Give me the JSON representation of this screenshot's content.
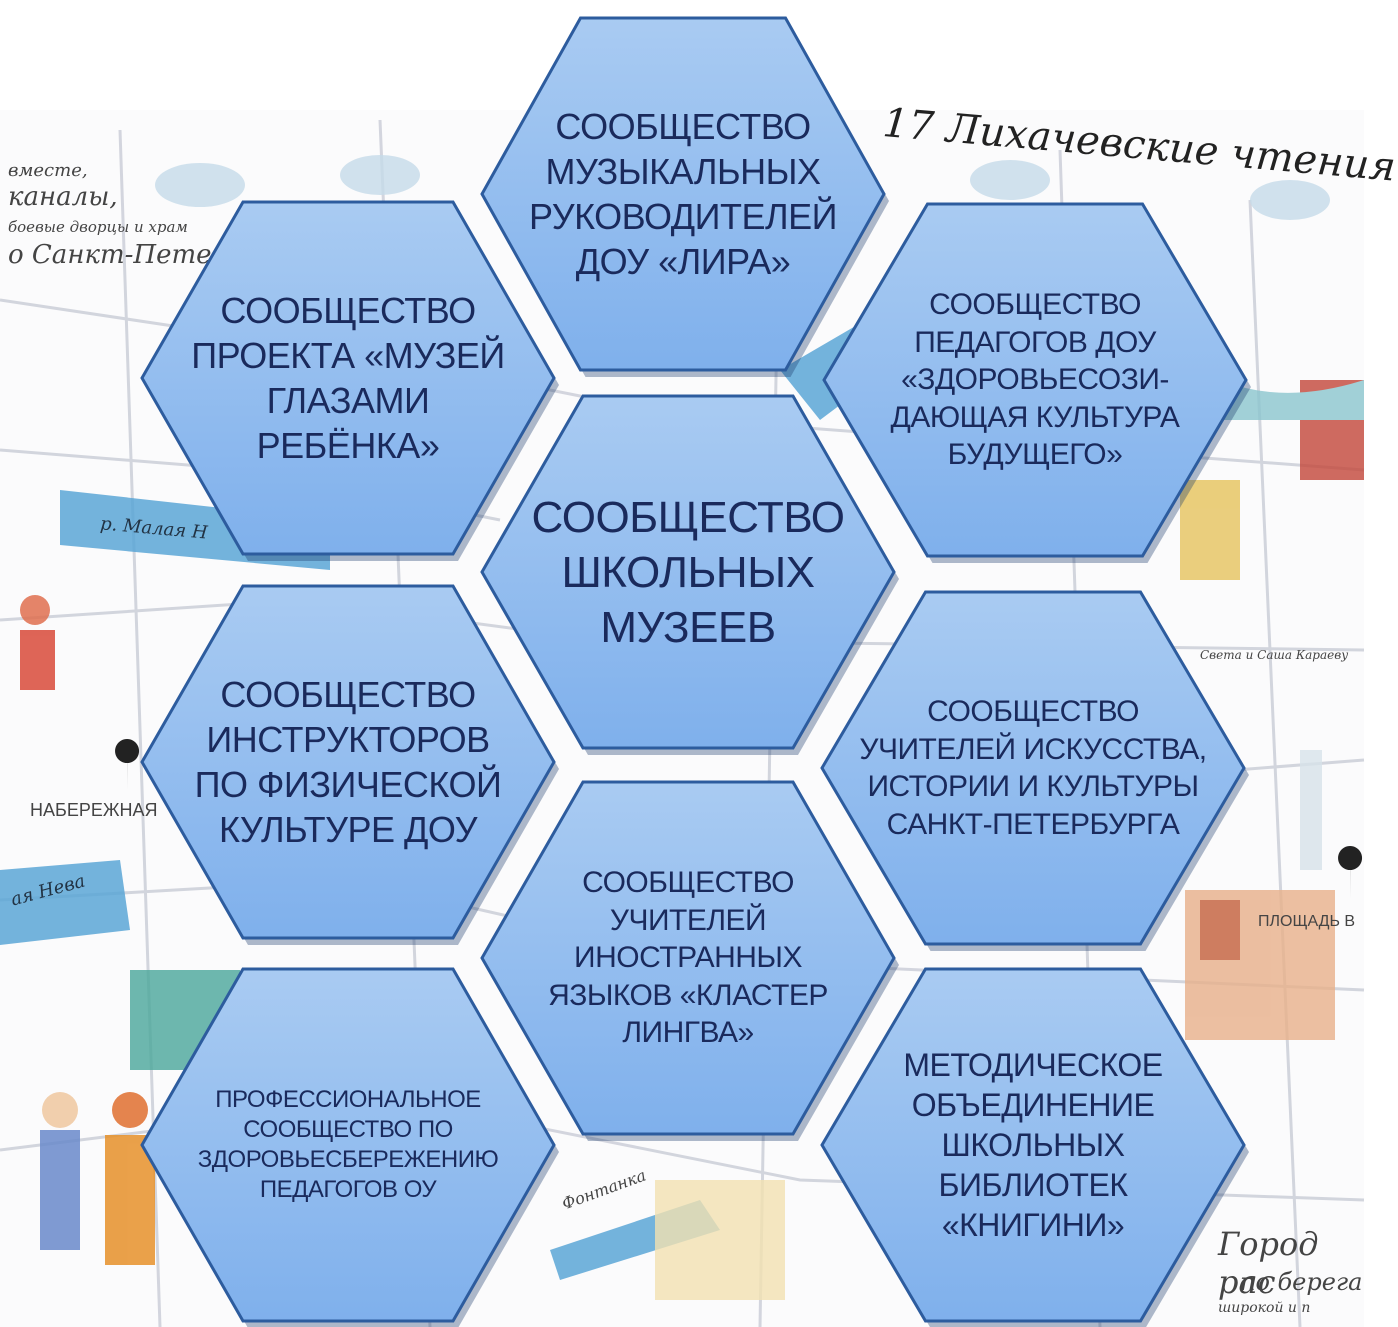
{
  "header": {
    "script_title": "17 Лихачевские чтения"
  },
  "map": {
    "labels": {
      "nab": "НАБЕРЕЖНАЯ",
      "river_small": "р. Малая Н",
      "neva": "ая Нева",
      "fontanka": "Фонтанка",
      "square": "ПЛОЩАДЬ В",
      "gorod": "Город рас",
      "po": "по берега",
      "shirokoi": "широкой и п",
      "corner_top": "вместе,",
      "corner_dvor": "боевые дворцы и храм",
      "corner_spb": "о Санкт-Петер",
      "corner_kanal": "каналы,",
      "sveta": "Света и Саша Караеву"
    }
  },
  "hexagons": [
    {
      "id": "lira",
      "text": "СООБЩЕСТВО МУЗЫКАЛЬНЫХ РУКОВОДИТЕЛЕЙ ДОУ «ЛИРА»"
    },
    {
      "id": "muzei",
      "text": "СООБЩЕСТВО ПРОЕКТА «МУЗЕЙ ГЛАЗАМИ РЕБЁНКА»"
    },
    {
      "id": "zdorov",
      "text": "СООБЩЕСТВО ПЕДАГОГОВ ДОУ «ЗДОРОВЬЕСОЗИ-ДАЮЩАЯ КУЛЬТУРА БУДУЩЕГО»"
    },
    {
      "id": "center",
      "text": "СООБЩЕСТВО ШКОЛЬНЫХ МУЗЕЕВ"
    },
    {
      "id": "fizkult",
      "text": "СООБЩЕСТВО ИНСТРУКТОРОВ ПО ФИЗИЧЕСКОЙ КУЛЬТУРЕ ДОУ"
    },
    {
      "id": "iskusstvo",
      "text": "СООБЩЕСТВО УЧИТЕЛЕЙ ИСКУССТВА, ИСТОРИИ И КУЛЬТУРЫ САНКТ-ПЕТЕРБУРГА"
    },
    {
      "id": "lingva",
      "text": "СООБЩЕСТВО УЧИТЕЛЕЙ ИНОСТРАННЫХ ЯЗЫКОВ «КЛАСТЕР ЛИНГВА»"
    },
    {
      "id": "prof",
      "text": "ПРОФЕССИОНАЛЬНОЕ СООБЩЕСТВО ПО ЗДОРОВЬЕСБЕРЕЖЕНИЮ ПЕДАГОГОВ ОУ"
    },
    {
      "id": "knigini",
      "text": "МЕТОДИЧЕСКОЕ ОБЪЕДИНЕНИЕ ШКОЛЬНЫХ БИБЛИОТЕК «КНИГИНИ»"
    }
  ],
  "colors": {
    "hex_fill_top": "#a9cbf2",
    "hex_fill_bottom": "#7fb0ec",
    "hex_stroke": "#2d5c9e",
    "text": "#1a2a5c",
    "water": "#5aa6d6"
  }
}
